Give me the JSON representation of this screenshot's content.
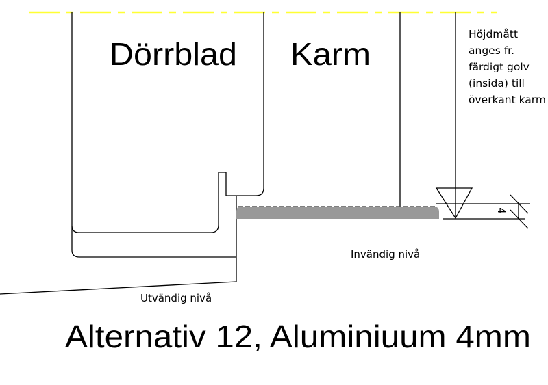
{
  "labels": {
    "door_leaf": "Dörrblad",
    "frame": "Karm",
    "inside_level": "Invändig nivå",
    "outside_level": "Utvändig nivå",
    "dimension_value": "4",
    "title": "Alternativ 12, Aluminiuum 4mm"
  },
  "note_lines": [
    "Höjdmått",
    "anges fr.",
    "färdigt golv",
    "(insida) till",
    "överkant karm"
  ],
  "colors": {
    "reference_line": "#ffff33",
    "threshold_fill": "#999999",
    "line": "#000000"
  }
}
